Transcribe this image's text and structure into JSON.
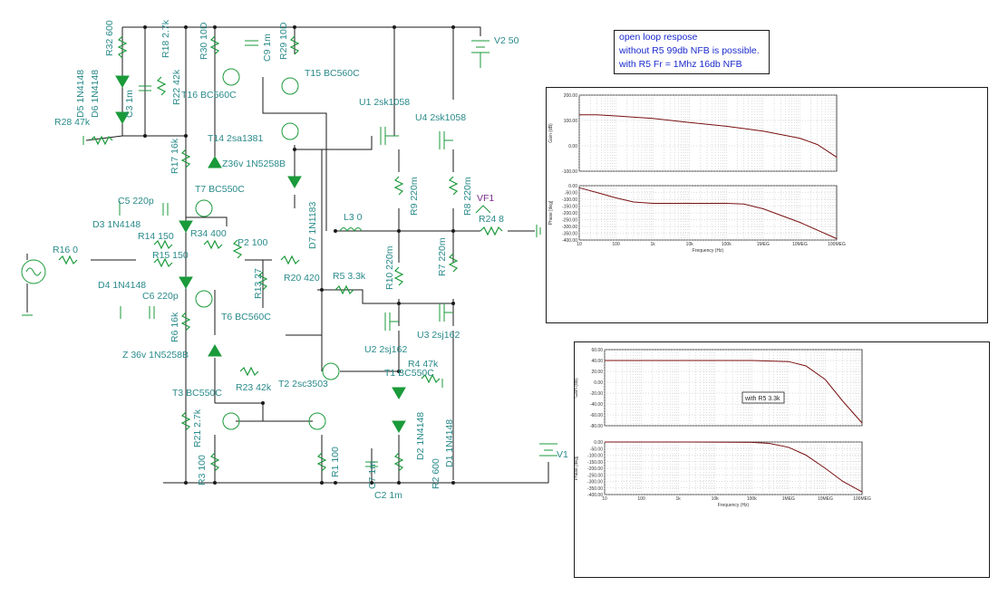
{
  "note": {
    "line1": "open loop respose",
    "line2": "without R5 99db NFB is possible.",
    "line3": "with R5 Fr = 1Mhz 16db NFB"
  },
  "components": {
    "R32": "R32 600",
    "D5": "D5 1N4148",
    "D6": "D6 1N4148",
    "C3": "C3 1m",
    "R28": "R28 47k",
    "R18": "R18 2.7k",
    "R22": "R22 42k",
    "R30": "R30 10D",
    "C9": "C9 1m",
    "R29": "R29 10D",
    "T15": "T15 BC560C",
    "T16": "T16 BC560C",
    "T14": "T14 2sa1381",
    "R17": "R17 16k",
    "Z36a": "Z36v 1N5258B",
    "T7": "T7 BC550C",
    "C5": "C5 220p",
    "D3": "D3 1N4148",
    "R14": "R14 150",
    "R34": "R34 400",
    "P2": "P2 100",
    "R16": "R16 0",
    "R15": "R15 150",
    "D4": "D4 1N4148",
    "C6": "C6 220p",
    "T6": "T6 BC560C",
    "R6": "R6 16k",
    "Z36b": "Z 36v 1N5258B",
    "R13": "R13 27",
    "R20": "R20 420",
    "R5": "R5 3.3k",
    "D7": "D7 1N1183",
    "L3": "L3 0",
    "U1": "U1 2sk1058",
    "U4": "U4 2sk1058",
    "V2": "V2 50",
    "R9": "R9 220m",
    "R8": "R8 220m",
    "VF1": "VF1",
    "R24": "R24 8",
    "R10": "R10 220m",
    "R7": "R7 220m",
    "U2": "U2 2sj162",
    "U3": "U3 2sj162",
    "R23": "R23 42k",
    "T2": "T2 2sc3503",
    "T1": "T1 BC550C",
    "R4": "R4 47k",
    "T3": "T3 BC550C",
    "R21": "R21 2.7k",
    "R3": "R3 100",
    "R1": "R1 100",
    "C7": "C7 1m",
    "D2": "D2 1N4148",
    "D1": "D1 1N4148",
    "R2": "R2 600",
    "C2": "C2 1m",
    "V1": "V1"
  },
  "chart_data": [
    {
      "type": "line",
      "title": "",
      "xlabel": "Frequency (Hz)",
      "x_ticks": [
        "10",
        "100",
        "1k",
        "10k",
        "100k",
        "1MEG",
        "10MEG",
        "100MEG"
      ],
      "x_scale": "log",
      "panels": [
        {
          "ylabel": "Gain (dB)",
          "y_ticks": [
            "200.00",
            "100.00",
            "0.00",
            "-100.00"
          ],
          "ylim": [
            -100,
            200
          ],
          "series": [
            {
              "x": [
                10,
                30,
                100,
                1000,
                10000,
                100000,
                1000000,
                10000000,
                30000000,
                100000000
              ],
              "values": [
                122,
                122,
                118,
                108,
                92,
                77,
                58,
                30,
                5,
                -45
              ]
            }
          ]
        },
        {
          "ylabel": "Phase [deg]",
          "y_ticks": [
            "0.00",
            "-50.00",
            "-100.00",
            "-150.00",
            "-200.00",
            "-250.00",
            "-300.00",
            "-350.00",
            "-400.00"
          ],
          "ylim": [
            -400,
            0
          ],
          "series": [
            {
              "x": [
                10,
                30,
                100,
                300,
                1000,
                10000,
                100000,
                300000,
                1000000,
                10000000,
                100000000
              ],
              "values": [
                -15,
                -50,
                -90,
                -120,
                -130,
                -130,
                -130,
                -135,
                -170,
                -270,
                -390
              ]
            }
          ]
        }
      ]
    },
    {
      "type": "line",
      "title": "",
      "annotation": "with R5 3.3k",
      "xlabel": "Frequency (Hz)",
      "x_ticks": [
        "10",
        "100",
        "1k",
        "10k",
        "100k",
        "1MEG",
        "10MEG",
        "100MEG"
      ],
      "x_scale": "log",
      "panels": [
        {
          "ylabel": "Gain (dB)",
          "y_ticks": [
            "60.00",
            "40.00",
            "20.00",
            "0.00",
            "-20.00",
            "-40.00",
            "-60.00",
            "-80.00"
          ],
          "ylim": [
            -80,
            60
          ],
          "series": [
            {
              "x": [
                10,
                100,
                1000,
                10000,
                100000,
                1000000,
                3000000,
                10000000,
                30000000,
                100000000
              ],
              "values": [
                40,
                40,
                40,
                40,
                40,
                38,
                30,
                5,
                -35,
                -75
              ]
            }
          ]
        },
        {
          "ylabel": "Phase [deg]",
          "y_ticks": [
            "0.00",
            "-50.00",
            "-100.00",
            "-150.00",
            "-200.00",
            "-250.00",
            "-300.00",
            "-350.00",
            "-400.00"
          ],
          "ylim": [
            -400,
            0
          ],
          "series": [
            {
              "x": [
                10,
                100,
                1000,
                10000,
                100000,
                300000,
                1000000,
                3000000,
                10000000,
                30000000,
                100000000
              ],
              "values": [
                0,
                0,
                0,
                -1,
                -3,
                -10,
                -40,
                -100,
                -200,
                -300,
                -380
              ]
            }
          ]
        }
      ]
    }
  ]
}
